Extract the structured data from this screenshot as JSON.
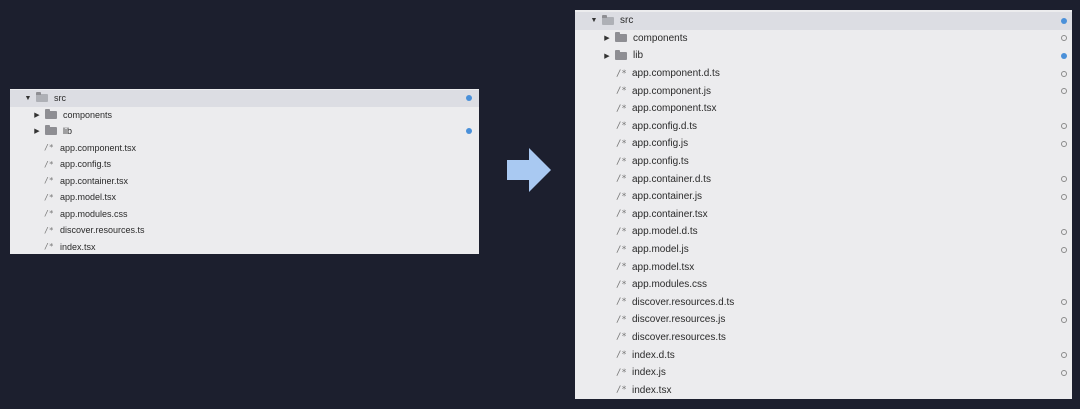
{
  "colors": {
    "background": "#1c1f2e",
    "panel": "#ececee",
    "selected_row": "#dcdde3",
    "modified_dot": "#4a90d9",
    "arrow": "#a9c9f2"
  },
  "icons": {
    "expanded_caret": "▼",
    "collapsed_caret": "▶",
    "file_glyph": "/*"
  },
  "before": {
    "items": [
      {
        "type": "folder",
        "expanded": true,
        "depth": 0,
        "label": "src",
        "status": "blue",
        "selected": true
      },
      {
        "type": "folder",
        "expanded": false,
        "depth": 1,
        "label": "components",
        "status": "none"
      },
      {
        "type": "folder",
        "expanded": false,
        "depth": 1,
        "label": "lib",
        "status": "blue"
      },
      {
        "type": "file",
        "label": "app.component.tsx",
        "status": "none"
      },
      {
        "type": "file",
        "label": "app.config.ts",
        "status": "none"
      },
      {
        "type": "file",
        "label": "app.container.tsx",
        "status": "none"
      },
      {
        "type": "file",
        "label": "app.model.tsx",
        "status": "none"
      },
      {
        "type": "file",
        "label": "app.modules.css",
        "status": "none"
      },
      {
        "type": "file",
        "label": "discover.resources.ts",
        "status": "none"
      },
      {
        "type": "file",
        "label": "index.tsx",
        "status": "none"
      }
    ]
  },
  "after": {
    "items": [
      {
        "type": "folder",
        "expanded": true,
        "depth": 0,
        "label": "src",
        "status": "blue",
        "selected": true
      },
      {
        "type": "folder",
        "expanded": false,
        "depth": 1,
        "label": "components",
        "status": "hollow"
      },
      {
        "type": "folder",
        "expanded": false,
        "depth": 1,
        "label": "lib",
        "status": "blue"
      },
      {
        "type": "file",
        "label": "app.component.d.ts",
        "status": "hollow"
      },
      {
        "type": "file",
        "label": "app.component.js",
        "status": "hollow"
      },
      {
        "type": "file",
        "label": "app.component.tsx",
        "status": "none"
      },
      {
        "type": "file",
        "label": "app.config.d.ts",
        "status": "hollow"
      },
      {
        "type": "file",
        "label": "app.config.js",
        "status": "hollow"
      },
      {
        "type": "file",
        "label": "app.config.ts",
        "status": "none"
      },
      {
        "type": "file",
        "label": "app.container.d.ts",
        "status": "hollow"
      },
      {
        "type": "file",
        "label": "app.container.js",
        "status": "hollow"
      },
      {
        "type": "file",
        "label": "app.container.tsx",
        "status": "none"
      },
      {
        "type": "file",
        "label": "app.model.d.ts",
        "status": "hollow"
      },
      {
        "type": "file",
        "label": "app.model.js",
        "status": "hollow"
      },
      {
        "type": "file",
        "label": "app.model.tsx",
        "status": "none"
      },
      {
        "type": "file",
        "label": "app.modules.css",
        "status": "none"
      },
      {
        "type": "file",
        "label": "discover.resources.d.ts",
        "status": "hollow"
      },
      {
        "type": "file",
        "label": "discover.resources.js",
        "status": "hollow"
      },
      {
        "type": "file",
        "label": "discover.resources.ts",
        "status": "none"
      },
      {
        "type": "file",
        "label": "index.d.ts",
        "status": "hollow"
      },
      {
        "type": "file",
        "label": "index.js",
        "status": "hollow"
      },
      {
        "type": "file",
        "label": "index.tsx",
        "status": "none"
      }
    ]
  }
}
